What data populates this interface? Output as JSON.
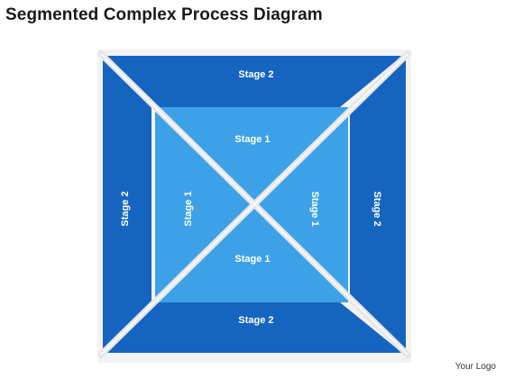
{
  "header": {
    "title": "Segmented Complex Process Diagram"
  },
  "diagram": {
    "outer_color": "#1565c0",
    "inner_color": "#3da1e8",
    "divider_color": "#e6e6e6",
    "background_color": "#f2f2f2",
    "labels": {
      "outer_top": "Stage 2",
      "outer_bottom": "Stage 2",
      "outer_left": "Stage 2",
      "outer_right": "Stage 2",
      "inner_top": "Stage 1",
      "inner_bottom": "Stage 1",
      "inner_left": "Stage 1",
      "inner_right": "Stage 1"
    }
  },
  "footer": {
    "logo_text": "Your Logo"
  }
}
